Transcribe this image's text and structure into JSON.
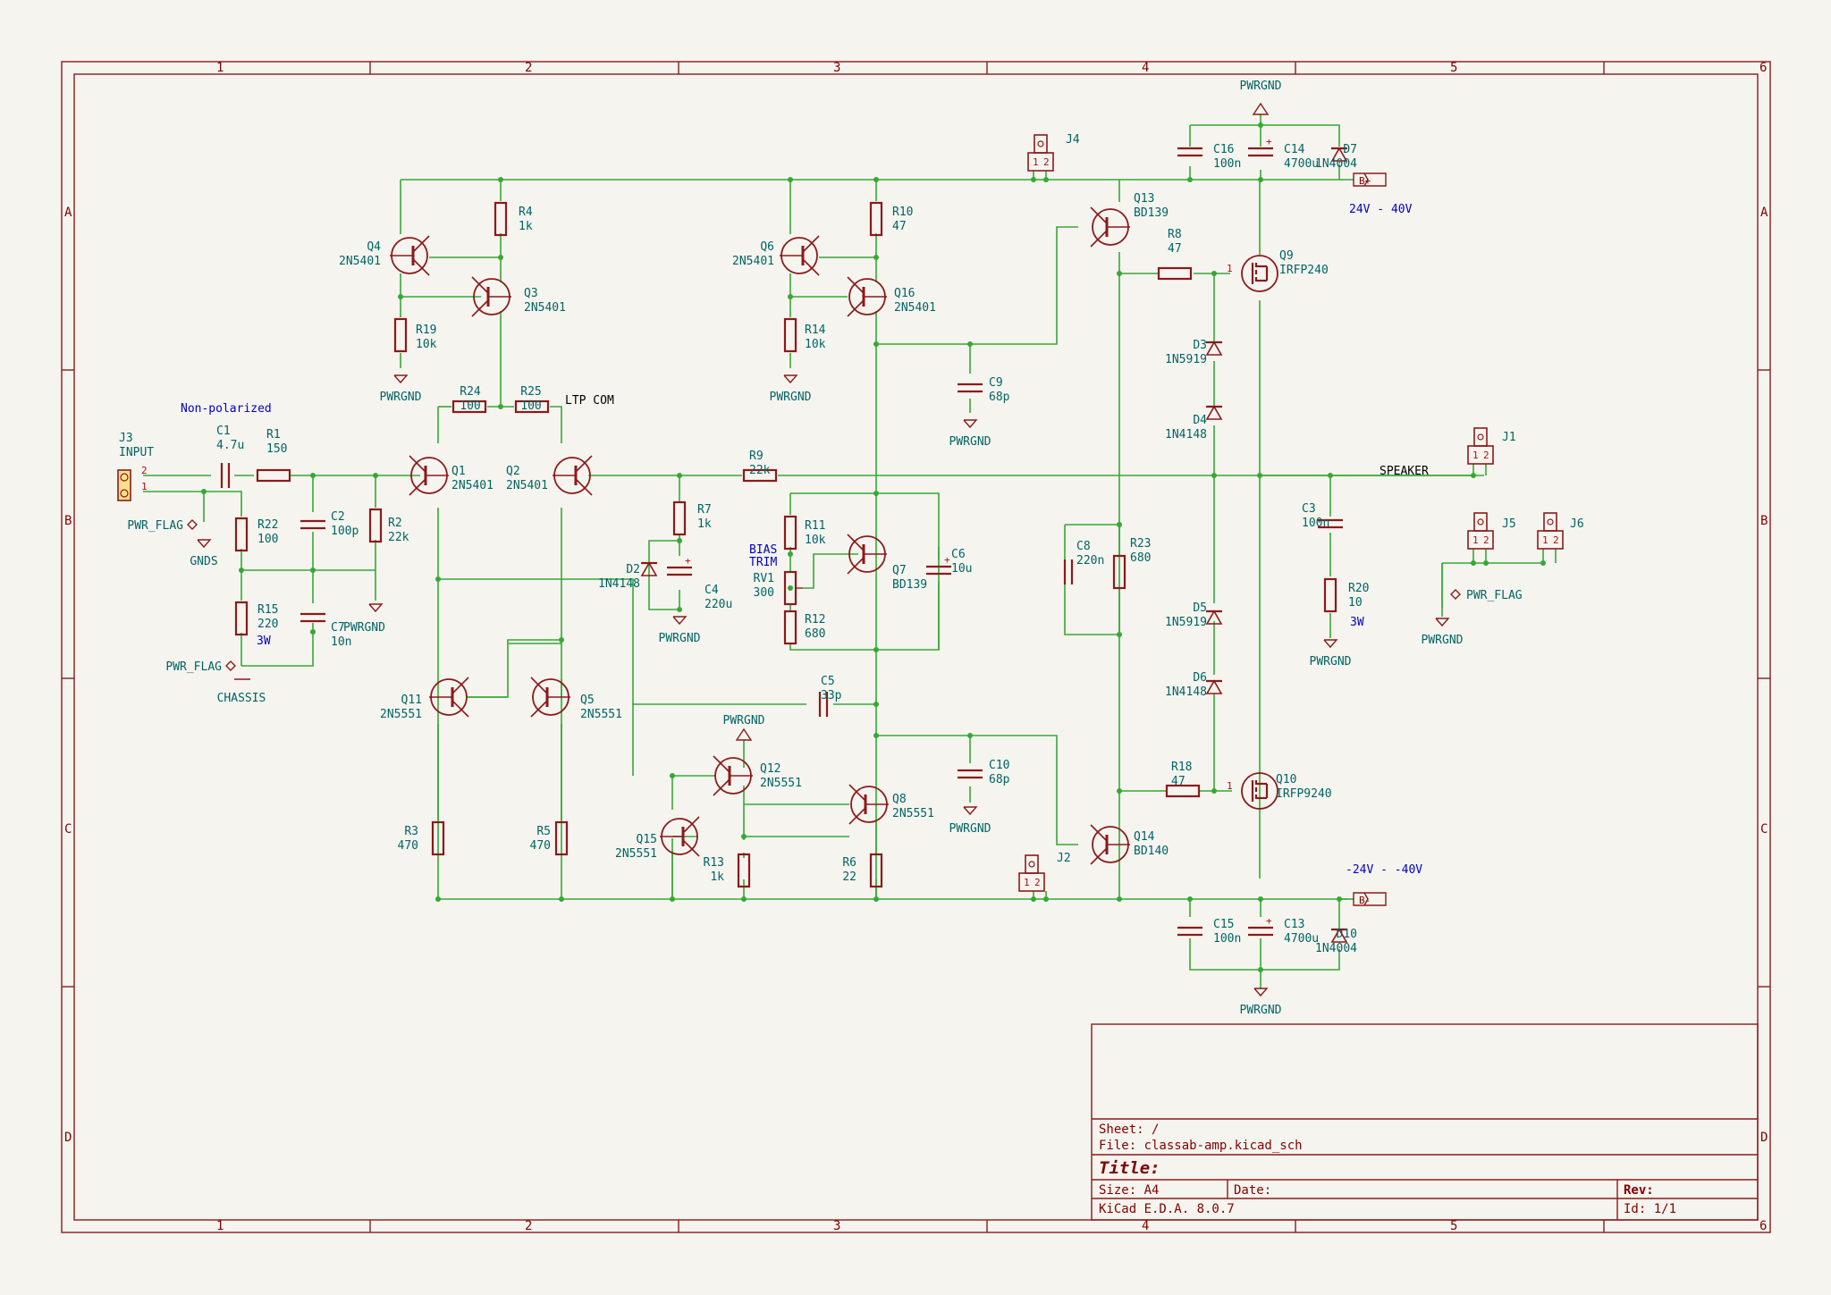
{
  "colors": {
    "wire": "#36a833",
    "component": "#8b1a1a",
    "text": "#006464",
    "note": "#0000c8",
    "background": "#f5f4ef"
  },
  "frame": {
    "cols": [
      "1",
      "2",
      "3",
      "4",
      "5",
      "6"
    ],
    "rows": [
      "A",
      "B",
      "C",
      "D"
    ]
  },
  "title_block": {
    "sheet": "Sheet: /",
    "file": "File: classab-amp.kicad_sch",
    "title": "Title:",
    "size": "Size: A4",
    "date": "Date:",
    "rev": "Rev:",
    "tool": "KiCad E.D.A. 8.0.7",
    "id": "Id: 1/1"
  },
  "notes": {
    "nonpolar": "Non-polarized",
    "bias1": "BIAS",
    "bias2": "TRIM",
    "vpos": "24V - 40V",
    "vneg": "-24V - -40V",
    "r15w": "3W",
    "r20w": "3W",
    "ltp": "LTP COM",
    "speaker": "SPEAKER"
  },
  "power": {
    "pwrgnd": "PWRGND",
    "gnds": "GNDS",
    "chassis": "CHASSIS",
    "pwrflag": "PWR_FLAG",
    "bplus": "B+",
    "bminus": "B-"
  },
  "components": {
    "J3": [
      "J3",
      "INPUT"
    ],
    "C1": [
      "C1",
      "4.7u"
    ],
    "R1": [
      "R1",
      "150"
    ],
    "R22": [
      "R22",
      "100"
    ],
    "C2": [
      "C2",
      "100p"
    ],
    "R2": [
      "R2",
      "22k"
    ],
    "R15": [
      "R15",
      "220"
    ],
    "C7": [
      "C7",
      "10n"
    ],
    "Q1": [
      "Q1",
      "2N5401"
    ],
    "Q2": [
      "Q2",
      "2N5401"
    ],
    "Q3": [
      "Q3",
      "2N5401"
    ],
    "Q4": [
      "Q4",
      "2N5401"
    ],
    "R4": [
      "R4",
      "1k"
    ],
    "R19": [
      "R19",
      "10k"
    ],
    "R24": [
      "R24",
      "100"
    ],
    "R25": [
      "R25",
      "100"
    ],
    "Q6": [
      "Q6",
      "2N5401"
    ],
    "Q16": [
      "Q16",
      "2N5401"
    ],
    "R10": [
      "R10",
      "47"
    ],
    "R14": [
      "R14",
      "10k"
    ],
    "R9": [
      "R9",
      "22k"
    ],
    "R7": [
      "R7",
      "1k"
    ],
    "D2": [
      "D2",
      "1N4148"
    ],
    "C4": [
      "C4",
      "220u"
    ],
    "R11": [
      "R11",
      "10k"
    ],
    "RV1": [
      "RV1",
      "300"
    ],
    "R12": [
      "R12",
      "680"
    ],
    "Q7": [
      "Q7",
      "BD139"
    ],
    "C6": [
      "C6",
      "10u"
    ],
    "C9": [
      "C9",
      "68p"
    ],
    "C5": [
      "C5",
      "33p"
    ],
    "C10": [
      "C10",
      "68p"
    ],
    "Q11": [
      "Q11",
      "2N5551"
    ],
    "Q5": [
      "Q5",
      "2N5551"
    ],
    "Q12": [
      "Q12",
      "2N5551"
    ],
    "Q8": [
      "Q8",
      "2N5551"
    ],
    "Q15": [
      "Q15",
      "2N5551"
    ],
    "R3": [
      "R3",
      "470"
    ],
    "R5": [
      "R5",
      "470"
    ],
    "R13": [
      "R13",
      "1k"
    ],
    "R6": [
      "R6",
      "22"
    ],
    "J4": [
      "J4"
    ],
    "J2": [
      "J2"
    ],
    "Q13": [
      "Q13",
      "BD139"
    ],
    "Q14": [
      "Q14",
      "BD140"
    ],
    "R8": [
      "R8",
      "47"
    ],
    "R18": [
      "R18",
      "47"
    ],
    "C8": [
      "C8",
      "220n"
    ],
    "R23": [
      "R23",
      "680"
    ],
    "D3": [
      "D3",
      "1N5919"
    ],
    "D4": [
      "D4",
      "1N4148"
    ],
    "D5": [
      "D5",
      "1N5919"
    ],
    "D6": [
      "D6",
      "1N4148"
    ],
    "Q9": [
      "Q9",
      "IRFP240"
    ],
    "Q10": [
      "Q10",
      "IRFP9240"
    ],
    "C16": [
      "C16",
      "100n"
    ],
    "C14": [
      "C14",
      "4700u"
    ],
    "D7": [
      "D7",
      "1N4004"
    ],
    "C15": [
      "C15",
      "100n"
    ],
    "C13": [
      "C13",
      "4700u"
    ],
    "D10": [
      "D10",
      "1N4004"
    ],
    "J1": [
      "J1"
    ],
    "C3": [
      "C3",
      "100n"
    ],
    "R20": [
      "R20",
      "10"
    ],
    "J5": [
      "J5"
    ],
    "J6": [
      "J6"
    ]
  }
}
